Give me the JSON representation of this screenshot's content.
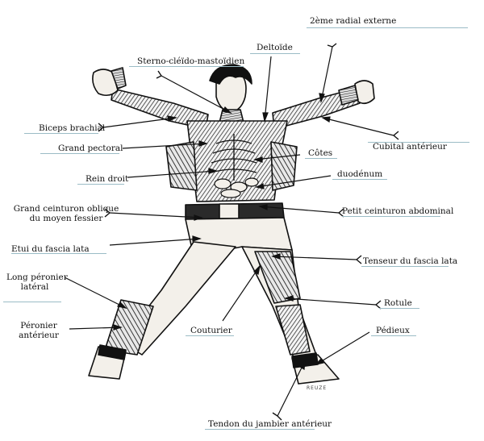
{
  "labels": {
    "radial_externe": "2ème radial externe",
    "deltoide": "Deltoïde",
    "sterno": "Sterno-cléïdo-mastoïdien",
    "biceps": "Biceps brachial",
    "grand_pectoral": "Grand pectoral",
    "cubital": "Cubital antérieur",
    "cotes": "Côtes",
    "rein": "Rein droit",
    "duodenum": "duodénum",
    "grand_ceinturon_1": "Grand ceinturon oblique",
    "grand_ceinturon_2": "du moyen fessier",
    "petit_ceinturon": "Petit ceinturon abdominal",
    "etui": "Etui du fascia lata",
    "tenseur": "Tenseur du fascia lata",
    "long_peronier_1": "Long péronier",
    "long_peronier_2": "latéral",
    "rotule": "Rotule",
    "peronier_1": "Péronier",
    "peronier_2": "antérieur",
    "couturier": "Couturier",
    "pedieux": "Pédieux",
    "tendon": "Tendon du jambier antérieur"
  },
  "signature": "REUZE",
  "colors": {
    "ink": "#111111",
    "rule": "#9bbcc6",
    "paper": "#ffffff",
    "skin": "#f3f0ea",
    "muscle": "#3a3a3a"
  }
}
